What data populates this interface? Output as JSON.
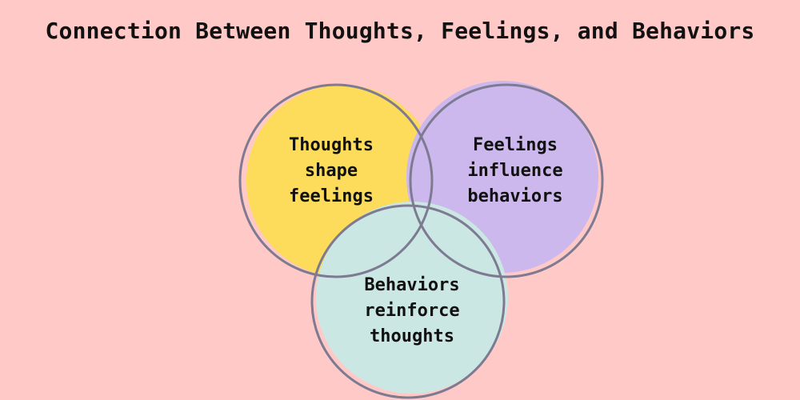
{
  "title": "Connection Between Thoughts, Feelings, and Behaviors",
  "circles": [
    {
      "id": "thoughts",
      "lines": [
        "Thoughts",
        "shape",
        "feelings"
      ],
      "fill": "#fcdc5a"
    },
    {
      "id": "feelings",
      "lines": [
        "Feelings",
        "influence",
        "behaviors"
      ],
      "fill": "#cdb8ee"
    },
    {
      "id": "behaviors",
      "lines": [
        "Behaviors",
        "reinforce",
        "thoughts"
      ],
      "fill": "#cbe7e4"
    }
  ],
  "colors": {
    "background": "#ffc9c7",
    "outline": "#7d7a91"
  }
}
